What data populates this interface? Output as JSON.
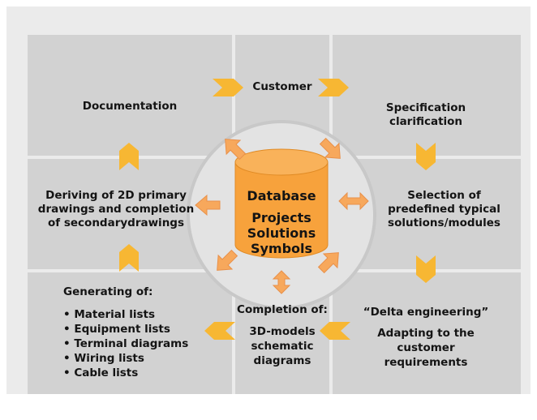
{
  "colors": {
    "frame": "#ebebeb",
    "cells": "#d2d2d2",
    "circle": "#e3e3e3",
    "arrow_yellow": "#f7b733",
    "arrow_orange": "#f7a85c",
    "database": "#f7a23c",
    "text": "#141414"
  },
  "customer": "Customer",
  "documentation": "Documentation",
  "specification": [
    "Specification",
    "clarification"
  ],
  "deriving": [
    "Deriving of 2D primary",
    "drawings and completion",
    "of secondarydrawings"
  ],
  "selection": [
    "Selection of",
    "predefined typical",
    "solutions/modules"
  ],
  "generating": {
    "title": "Generating of:",
    "items": [
      "Material lists",
      "Equipment lists",
      "Terminal diagrams",
      "Wiring lists",
      "Cable lists"
    ]
  },
  "completion": [
    "Completion of:",
    "3D-models",
    "schematic",
    "diagrams"
  ],
  "delta": [
    "“Delta engineering”",
    "Adapting to the",
    "customer",
    "requirements"
  ],
  "database": [
    "Database",
    "Projects",
    "Solutions",
    "Symbols"
  ]
}
